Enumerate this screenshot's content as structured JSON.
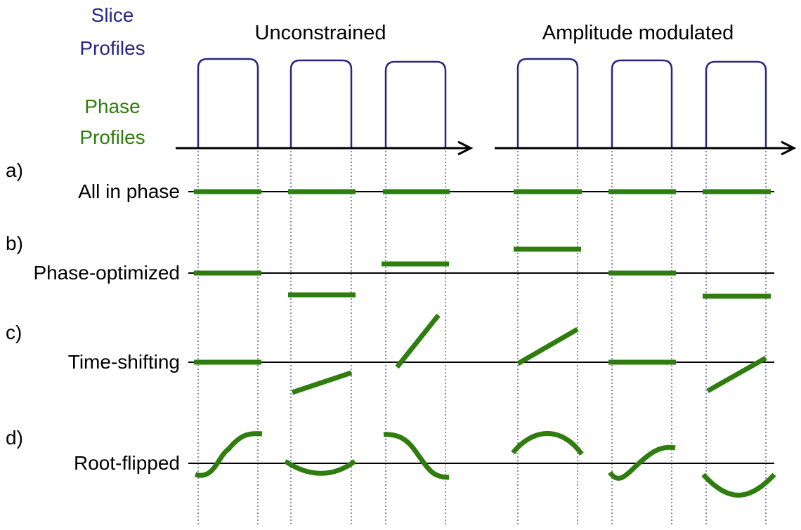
{
  "colors": {
    "slice": "#2b2580",
    "phase": "#2e7d0e",
    "axis": "#000000",
    "guide": "#3b3d8f"
  },
  "legend": {
    "slice_line1": "Slice",
    "slice_line2": "Profiles",
    "phase_line1": "Phase",
    "phase_line2": "Profiles"
  },
  "groups": {
    "left": "Unconstrained",
    "right": "Amplitude modulated"
  },
  "rows": [
    {
      "letter": "a)",
      "label": "All in phase"
    },
    {
      "letter": "b)",
      "label": "Phase-optimized"
    },
    {
      "letter": "c)",
      "label": "Time-shifting"
    },
    {
      "letter": "d)",
      "label": "Root-flipped"
    }
  ]
}
